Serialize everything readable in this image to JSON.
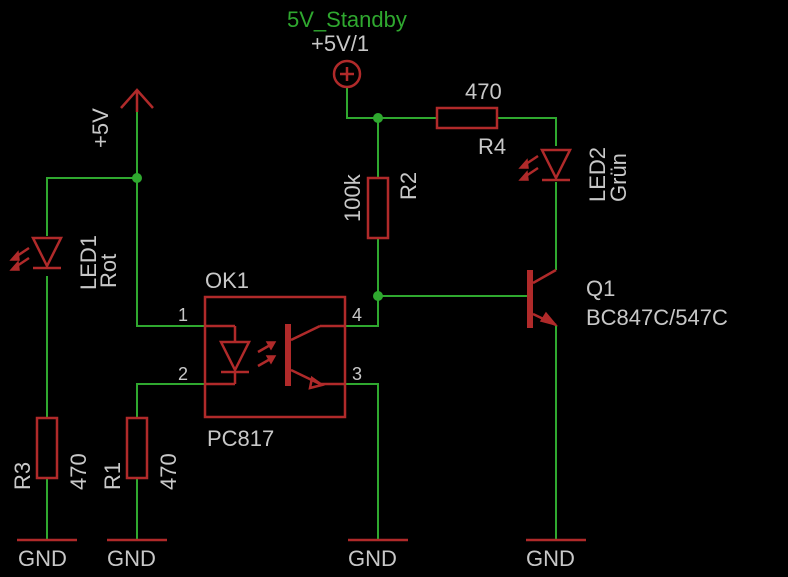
{
  "colors": {
    "background": "#000000",
    "wire": "#2fa82f",
    "symbol": "#b02a2a",
    "text": "#c8c8c8",
    "net_label": "#2fa82f"
  },
  "net_label": "5V_Standby",
  "supplies": {
    "vcc_left": "+5V",
    "vcc_top": "+5V/1",
    "gnd": "GND"
  },
  "parts": {
    "led1": {
      "name": "LED1",
      "value": "Rot"
    },
    "led2": {
      "name": "LED2",
      "value": "Grün"
    },
    "r1": {
      "name": "R1",
      "value": "470"
    },
    "r2": {
      "name": "R2",
      "value": "100k"
    },
    "r3": {
      "name": "R3",
      "value": "470"
    },
    "r4": {
      "name": "R4",
      "value": "470"
    },
    "ok1": {
      "name": "OK1",
      "value": "PC817",
      "pins": [
        "1",
        "2",
        "3",
        "4"
      ]
    },
    "q1": {
      "name": "Q1",
      "value": "BC847C/547C"
    }
  }
}
